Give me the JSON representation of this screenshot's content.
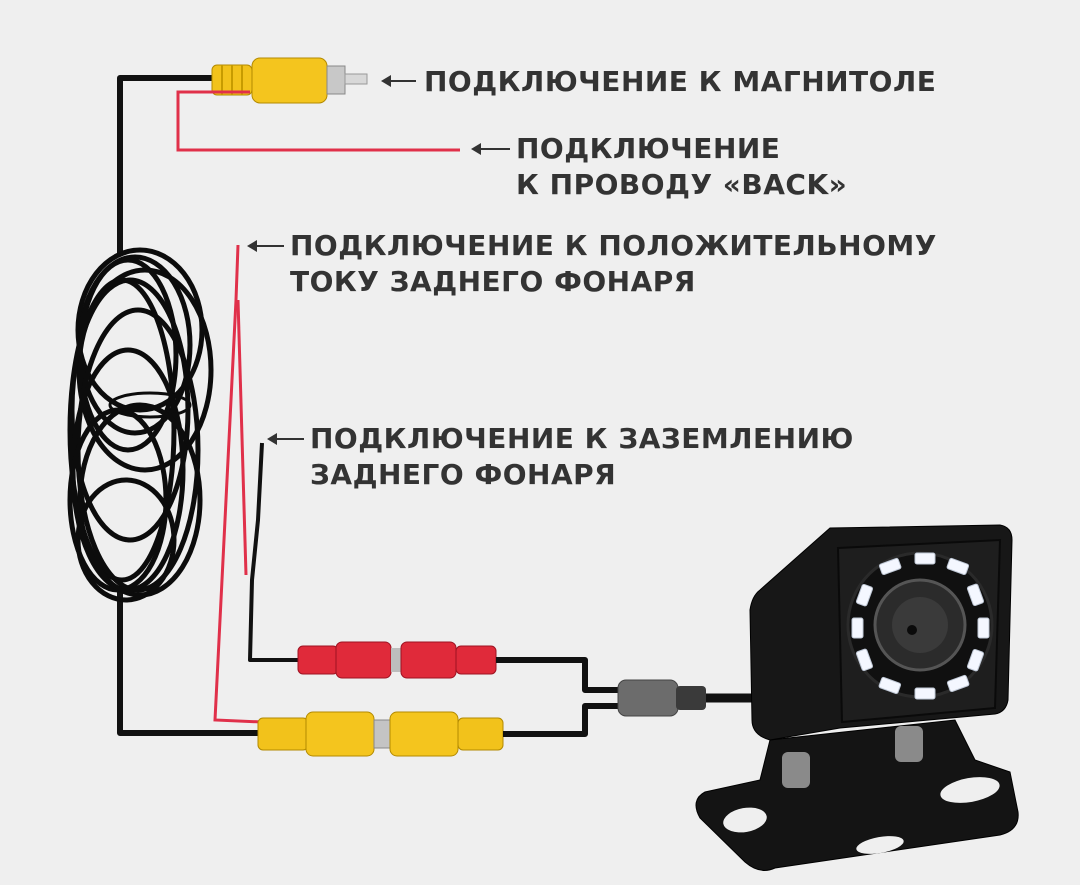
{
  "labels": {
    "head_unit": "ПОДКЛЮЧЕНИЕ К МАГНИТОЛЕ",
    "back_wire": [
      "ПОДКЛЮЧЕНИЕ",
      "К ПРОВОДУ «BACK»"
    ],
    "positive": [
      "ПОДКЛЮЧЕНИЕ К ПОЛОЖИТЕЛЬНОМУ",
      "ТОКУ ЗАДНЕГО ФОНАРЯ"
    ],
    "ground": [
      "ПОДКЛЮЧЕНИЕ К ЗАЗЕМЛЕНИЮ",
      "ЗАДНЕГО ФОНАРЯ"
    ]
  },
  "colors": {
    "background": "#efefef",
    "text": "#333333",
    "cable_black": "#111111",
    "wire_red": "#e0304a",
    "rca_yellow": "#f2c21b",
    "rca_red": "#e02a3a",
    "camera_body": "#1a1a1a",
    "led": "#f4f7ff"
  }
}
